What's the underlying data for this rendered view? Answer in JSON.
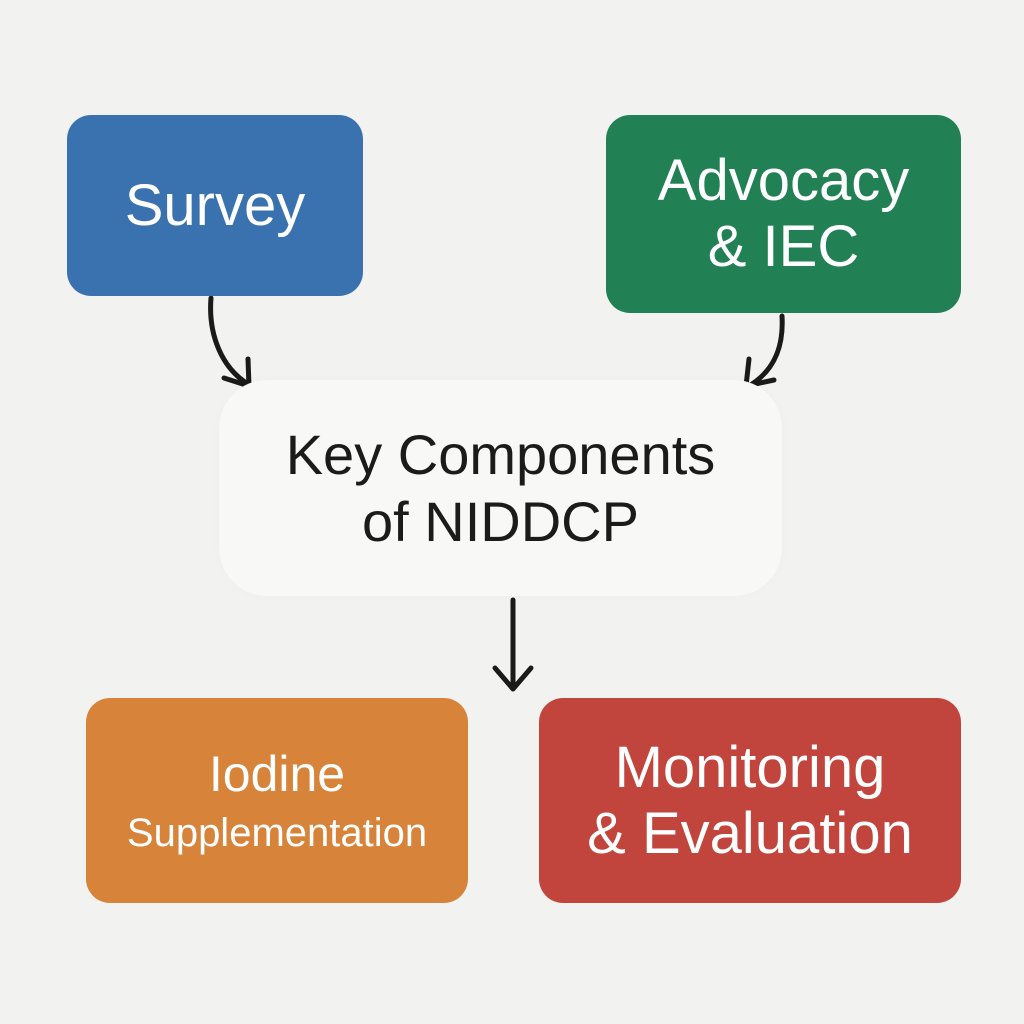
{
  "colors": {
    "background": "#f2f2f1",
    "survey": "#3a72b0",
    "advocacy": "#228055",
    "center": "#f8f8f7",
    "iodine": "#d7843a",
    "monitoring": "#c1453c",
    "arrow": "#1a1a1a"
  },
  "center": {
    "lines": [
      "Key Components",
      "of NIDDCP"
    ]
  },
  "nodes": {
    "survey": {
      "lines": [
        "Survey"
      ]
    },
    "advocacy": {
      "lines": [
        "Advocacy",
        "& IEC"
      ]
    },
    "iodine": {
      "lines": [
        "Iodine",
        "Supplementation"
      ]
    },
    "monitoring": {
      "lines": [
        "Monitoring",
        "& Evaluation"
      ]
    }
  },
  "edges": [
    {
      "from": "survey",
      "to": "center",
      "icon": "curved-arrow-icon"
    },
    {
      "from": "advocacy",
      "to": "center",
      "icon": "curved-arrow-icon"
    },
    {
      "from": "center",
      "to": "iodine-and-monitoring",
      "icon": "straight-arrow-icon"
    }
  ]
}
